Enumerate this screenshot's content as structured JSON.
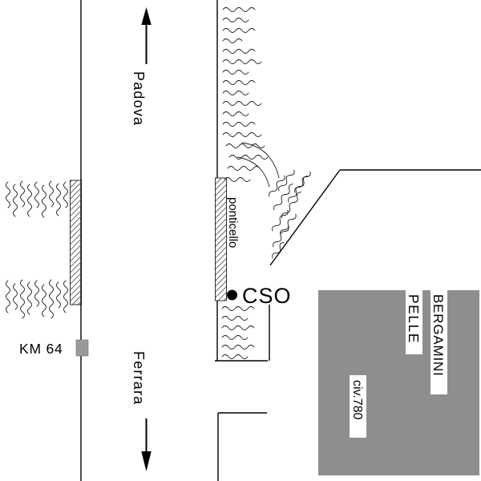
{
  "map": {
    "north_label": "Padova",
    "south_label": "Ferrara",
    "km_marker": {
      "label": "KM 64",
      "fill": "#9a9a9a"
    },
    "bridge_label": "ponticello",
    "poi_label": "CSO",
    "building": {
      "fill": "#8e8e8e",
      "civic_label": "civ.780",
      "pelle_label": "PELLE",
      "bergamini_label": "BERGAMINI"
    }
  }
}
